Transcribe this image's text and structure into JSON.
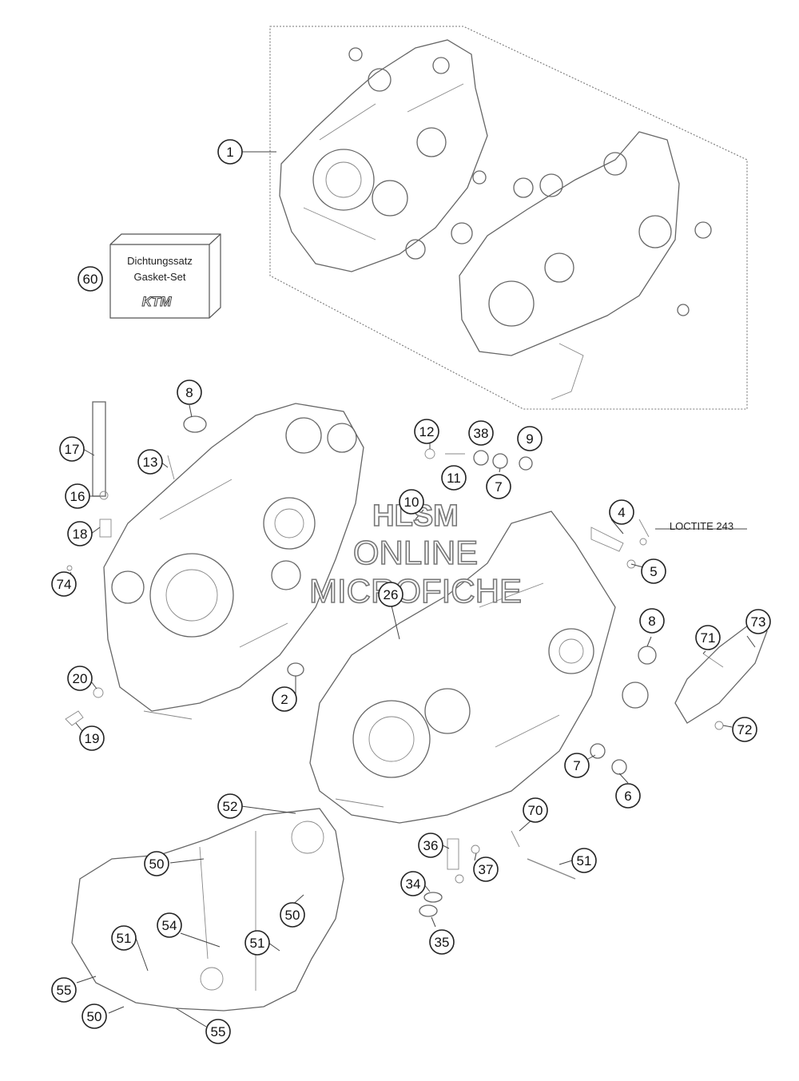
{
  "callouts": [
    {
      "id": "1",
      "label": "1"
    },
    {
      "id": "60",
      "label": "60"
    },
    {
      "id": "8a",
      "label": "8"
    },
    {
      "id": "17",
      "label": "17"
    },
    {
      "id": "13",
      "label": "13"
    },
    {
      "id": "16",
      "label": "16"
    },
    {
      "id": "18",
      "label": "18"
    },
    {
      "id": "74",
      "label": "74"
    },
    {
      "id": "20",
      "label": "20"
    },
    {
      "id": "19",
      "label": "19"
    },
    {
      "id": "2",
      "label": "2"
    },
    {
      "id": "12",
      "label": "12"
    },
    {
      "id": "38",
      "label": "38"
    },
    {
      "id": "9",
      "label": "9"
    },
    {
      "id": "11",
      "label": "11"
    },
    {
      "id": "7a",
      "label": "7"
    },
    {
      "id": "10",
      "label": "10"
    },
    {
      "id": "4",
      "label": "4"
    },
    {
      "id": "5",
      "label": "5"
    },
    {
      "id": "26",
      "label": "26"
    },
    {
      "id": "8b",
      "label": "8"
    },
    {
      "id": "71",
      "label": "71"
    },
    {
      "id": "73",
      "label": "73"
    },
    {
      "id": "72",
      "label": "72"
    },
    {
      "id": "7b",
      "label": "7"
    },
    {
      "id": "6",
      "label": "6"
    },
    {
      "id": "52",
      "label": "52"
    },
    {
      "id": "70",
      "label": "70"
    },
    {
      "id": "50a",
      "label": "50"
    },
    {
      "id": "36",
      "label": "36"
    },
    {
      "id": "37",
      "label": "37"
    },
    {
      "id": "51a",
      "label": "51"
    },
    {
      "id": "34",
      "label": "34"
    },
    {
      "id": "50b",
      "label": "50"
    },
    {
      "id": "54",
      "label": "54"
    },
    {
      "id": "51b",
      "label": "51"
    },
    {
      "id": "51c",
      "label": "51"
    },
    {
      "id": "35",
      "label": "35"
    },
    {
      "id": "55a",
      "label": "55"
    },
    {
      "id": "50c",
      "label": "50"
    },
    {
      "id": "55b",
      "label": "55"
    }
  ],
  "gasket_box": {
    "line1": "Dichtungssatz",
    "line2": "Gasket-Set",
    "logo": "KTM"
  },
  "loctite_label": "LOCTITE 243",
  "watermark": {
    "line1": "HLSM",
    "line2": "ONLINE",
    "line3": "MICROFICHE"
  }
}
